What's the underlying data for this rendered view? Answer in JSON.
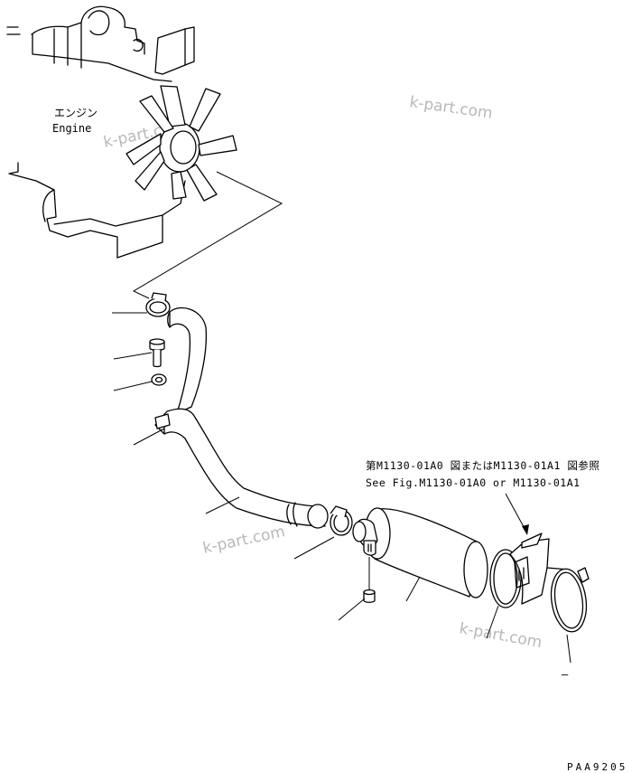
{
  "labels": {
    "engine_ja": "エンジン",
    "engine_en": "Engine",
    "ref_ja": "第M1130-01A0 図またはM1130-01A1 図参照",
    "ref_en": "See Fig.M1130-01A0 or M1130-01A1",
    "dash": "–"
  },
  "watermarks": [
    "k-part.com",
    "k-part.com",
    "k-part.com",
    "k-part.com"
  ],
  "drawing_code": "PAA9205"
}
